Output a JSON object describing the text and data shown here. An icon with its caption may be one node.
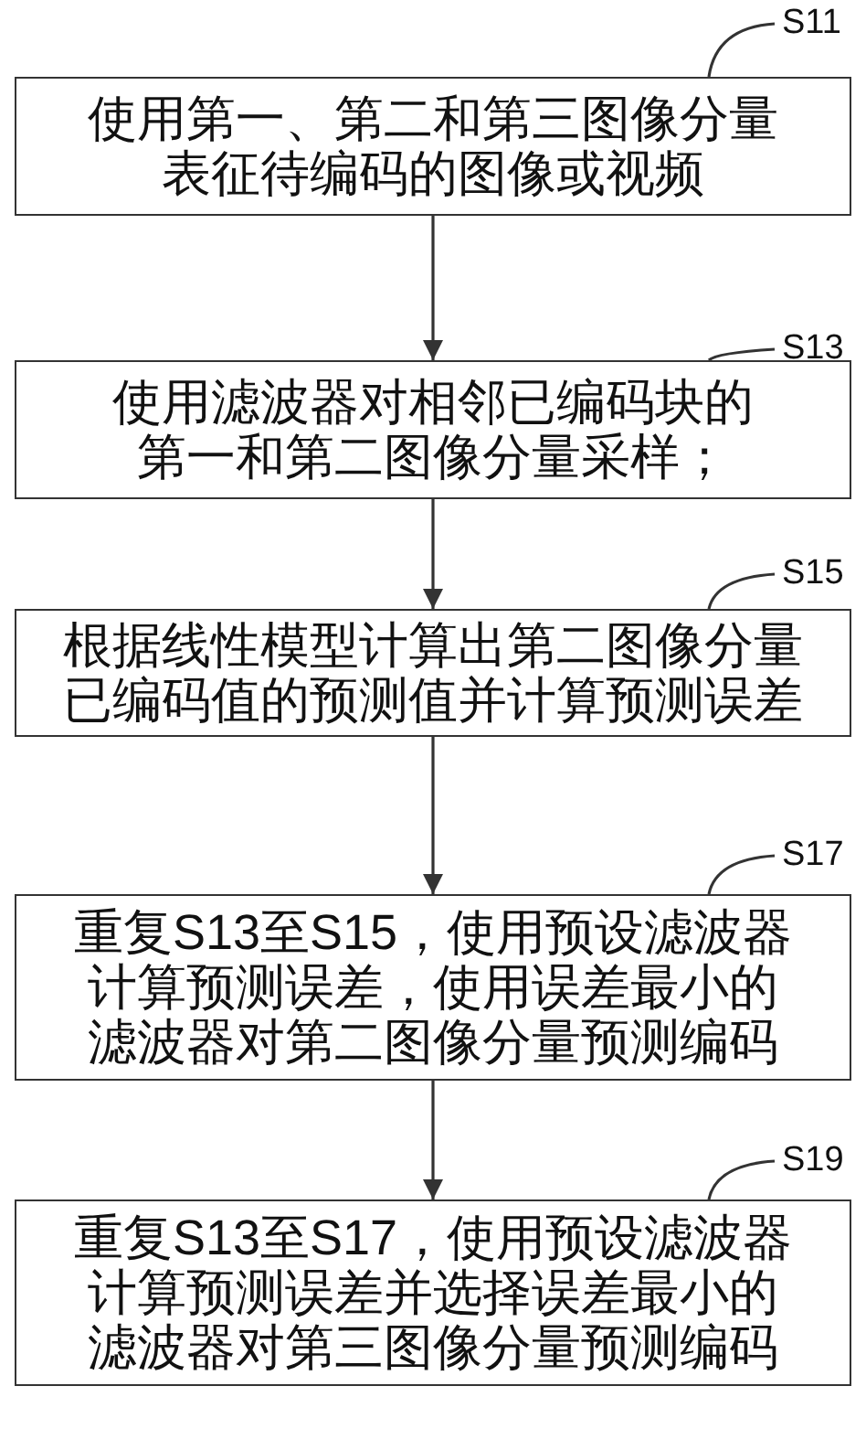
{
  "diagram": {
    "nodes": [
      {
        "text": [
          "S11"
        ]
      },
      {
        "text": [
          "使用第一、第二和第三图像分量表征待编码的图像或视频"
        ]
      },
      {
        "text": [
          "S13"
        ]
      },
      {
        "text": [
          "使用滤波器对相邻已编码块的第一和第二图像分量采样；"
        ]
      },
      {
        "text": [
          "S15"
        ]
      },
      {
        "text": [
          "根据线性模型计算出第二图像分量已编码值的预测值并计算预测误差"
        ]
      },
      {
        "text": [
          "S17"
        ]
      },
      {
        "text": [
          "重复S13至S15，使用预设滤波器计算预测误差，使用误差最小的滤波器对第二图像分量预测编码"
        ]
      },
      {
        "text": [
          "S19"
        ]
      },
      {
        "text": [
          "重复S13至S17，使用预设滤波器计算预测误差并选择误差最小的滤波器对第三图像分量预测编码"
        ]
      }
    ],
    "edges": [
      {
        "from": 0,
        "to": 1,
        "arrow": "none"
      },
      {
        "from": 1,
        "to": 3,
        "arrow": "to"
      },
      {
        "from": 2,
        "to": 3,
        "arrow": "none"
      },
      {
        "from": 3,
        "to": 5,
        "arrow": "to"
      },
      {
        "from": 4,
        "to": 5,
        "arrow": "none"
      },
      {
        "from": 5,
        "to": 7,
        "arrow": "to"
      },
      {
        "from": 6,
        "to": 7,
        "arrow": "none"
      },
      {
        "from": 7,
        "to": 9,
        "arrow": "to"
      },
      {
        "from": 8,
        "to": 9,
        "arrow": "none"
      }
    ]
  }
}
